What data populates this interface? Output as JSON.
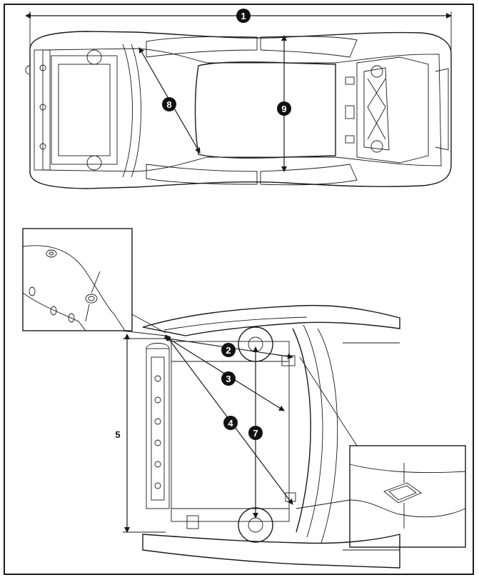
{
  "callouts": {
    "c1": "1",
    "c2": "2",
    "c3": "3",
    "c4": "4",
    "c7": "7",
    "c8": "8",
    "c9": "9"
  },
  "labels": {
    "dimension_5": "5"
  },
  "colors": {
    "ink": "#1a1a1a",
    "paper": "#ffffff"
  }
}
